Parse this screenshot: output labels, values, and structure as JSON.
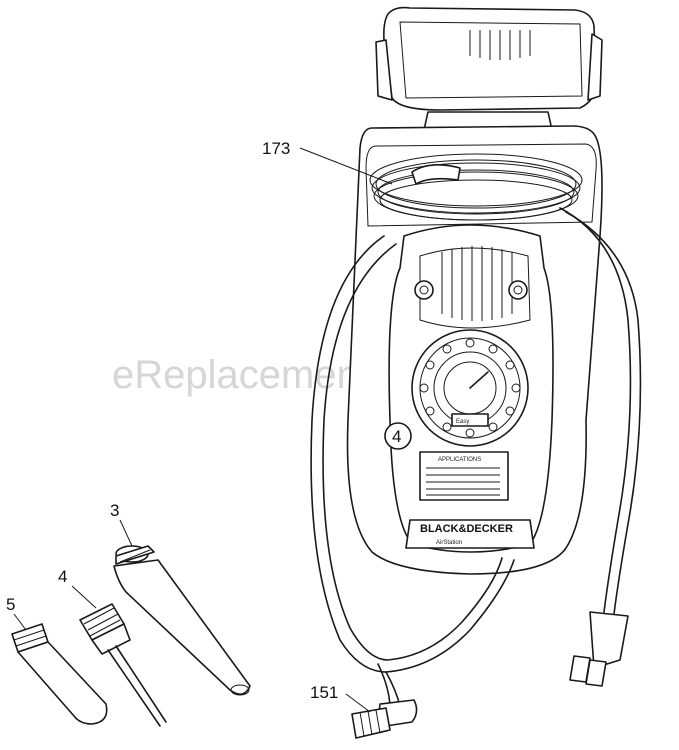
{
  "watermark": "eReplacementParts.com",
  "callouts": {
    "part_173": "173",
    "part_4_circle": "4",
    "part_3": "3",
    "part_4": "4",
    "part_5": "5",
    "part_151": "151"
  },
  "unit_labels": {
    "dial": "Easy",
    "brand": "BLACK&DECKER",
    "model": "AirStation",
    "panel_title": "APPLICATIONS"
  }
}
